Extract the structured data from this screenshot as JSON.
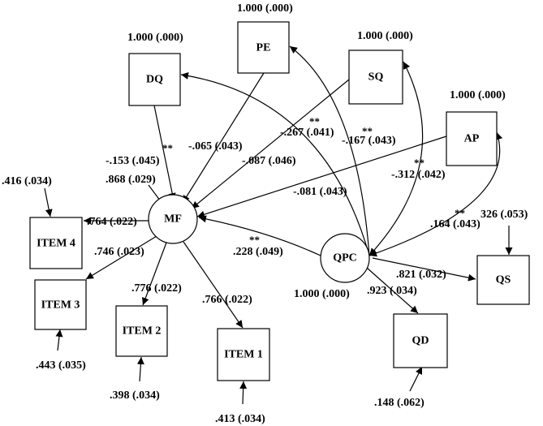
{
  "nodes": {
    "PE": "PE",
    "DQ": "DQ",
    "SQ": "SQ",
    "AP": "AP",
    "MF": "MF",
    "QPC": "QPC",
    "ITEM4": "ITEM 4",
    "ITEM3": "ITEM 3",
    "ITEM2": "ITEM 2",
    "ITEM1": "ITEM 1",
    "QS": "QS",
    "QD": "QD"
  },
  "variances": {
    "PE": "1.000 (.000)",
    "DQ": "1.000 (.000)",
    "SQ": "1.000 (.000)",
    "AP": "1.000 (.000)",
    "MF": ".868 (.029)",
    "QPC": "1.000 (.000)",
    "ITEM4": ".416 (.034)",
    "ITEM3": ".443 (.035)",
    "ITEM2": ".398 (.034)",
    "ITEM1": ".413 (.034)",
    "QS": "326 (.053)",
    "QD": ".148 (.062)"
  },
  "paths": {
    "DQ_MF": "-.153 (.045)",
    "PE_MF": "-.065 (.043)",
    "SQ_MF": "-.087 (.046)",
    "AP_MF": "-.081 (.043)",
    "QPC_DQ": "-.267 (.041)",
    "QPC_PE": "-.167 (.043)",
    "QPC_SQ": "-.312 (.042)",
    "QPC_AP": ".164 (.043)",
    "QPC_MF": ".228 (.049)",
    "MF_ITEM4": ".764 (.022)",
    "MF_ITEM3": ".746 (.023)",
    "MF_ITEM2": ".776 (.022)",
    "MF_ITEM1": ".766 (.022)",
    "QPC_QS": ".821 (.032)",
    "QPC_QD": ".923 (.034)"
  },
  "significance": "**"
}
